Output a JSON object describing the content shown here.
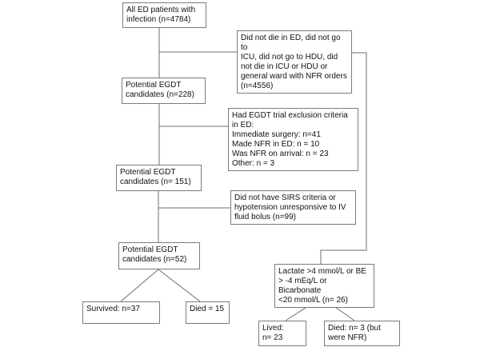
{
  "colors": {
    "background": "#ffffff",
    "box_border": "#7b7b7b",
    "connector": "#6e6e6e",
    "text": "#111111"
  },
  "nodes": {
    "all_ed": {
      "text": "All ED patients with\ninfection (n=4784)"
    },
    "no_death": {
      "text": "Did not die in ED, did not go to\nICU, did not go to HDU, did\nnot die in ICU or HDU or\ngeneral ward with NFR orders\n(n=4556)"
    },
    "egdt_228": {
      "text": "Potential EGDT\ncandidates (n=228)"
    },
    "exclusion": {
      "text": "Had EGDT trial exclusion criteria\nin ED:\nImmediate surgery: n=41\nMade NFR in ED: n = 10\nWas NFR on arrival: n = 23\nOther: n = 3"
    },
    "egdt_151": {
      "text": "Potential EGDT\ncandidates (n= 151)"
    },
    "sirs": {
      "text": "Did not have SIRS criteria or\nhypotension unresponsive to IV\nfluid bolus (n=99)"
    },
    "egdt_52": {
      "text": "Potential EGDT\ncandidates (n=52)"
    },
    "lactate": {
      "text": "Lactate >4 mmol/L or BE\n> -4 mEq/L or Bicarbonate\n<20 mmol/L (n= 26)"
    },
    "survived": {
      "text": "Survived: n=37"
    },
    "died_15": {
      "text": "Died = 15"
    },
    "lived": {
      "text": "Lived:\nn= 23"
    },
    "died_3": {
      "text": "Died: n= 3 (but\nwere NFR)"
    }
  }
}
